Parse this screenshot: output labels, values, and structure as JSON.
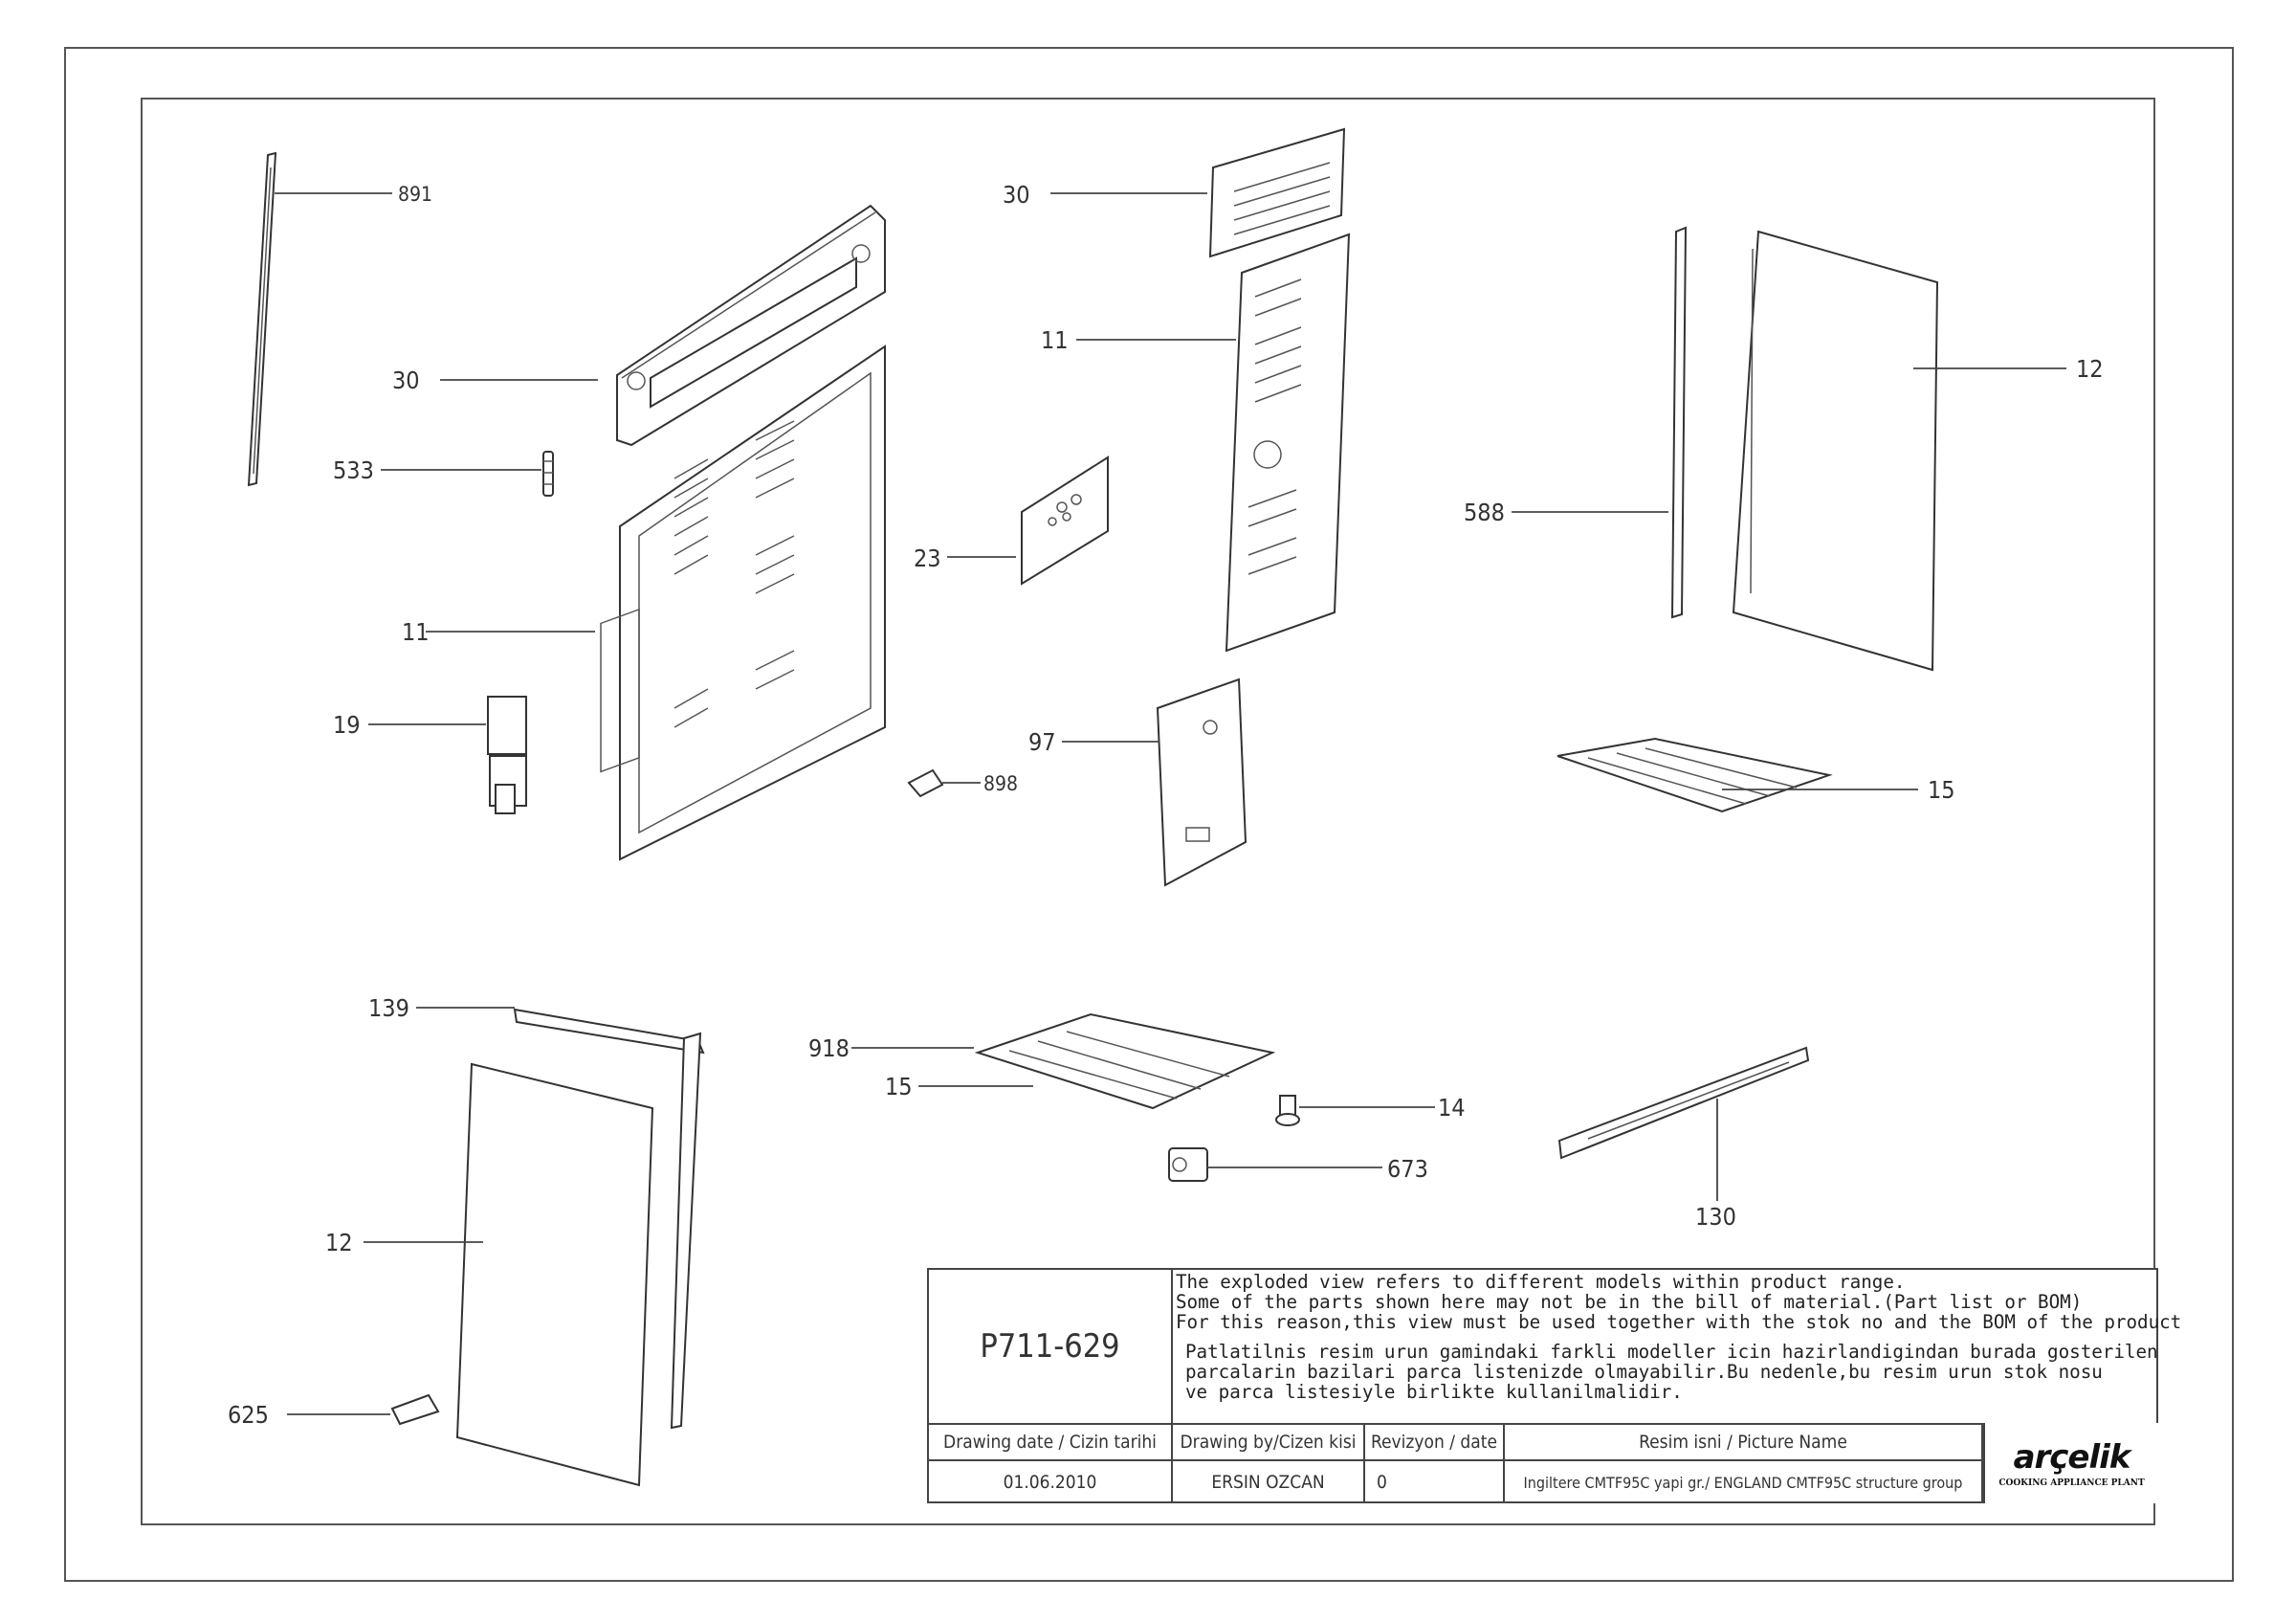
{
  "callouts": {
    "c891": "891",
    "c30_top": "30",
    "c30_left": "30",
    "c533": "533",
    "c11_left": "11",
    "c19": "19",
    "c11_mid": "11",
    "c23": "23",
    "c898": "898",
    "c97": "97",
    "c12_right": "12",
    "c588": "588",
    "c15_right": "15",
    "c139": "139",
    "c918": "918",
    "c15_mid": "15",
    "c14": "14",
    "c673": "673",
    "c130": "130",
    "c12_left": "12",
    "c625": "625"
  },
  "title_block": {
    "drawing_no": "P711-629",
    "note_en_1": "The exploded view refers to different models within product range.",
    "note_en_2": "Some of the parts shown here may not be in the bill of material.(Part list or BOM)",
    "note_en_3": "For this reason,this view must be used together with the stok no and the BOM of the product",
    "note_tr_1": "Patlatilnis resim urun gamindaki farkli modeller icin hazirlandigindan burada gosterilen",
    "note_tr_2": "parcalarin bazilari parca listenizde olmayabilir.Bu nedenle,bu resim urun stok nosu",
    "note_tr_3": "ve parca listesiyle birlikte kullanilmalidir.",
    "h_date": "Drawing date / Cizin tarihi",
    "h_by": "Drawing by/Cizen kisi",
    "h_rev": "Revizyon / date",
    "h_name": "Resim isni / Picture Name",
    "v_date": "01.06.2010",
    "v_by": "ERSIN OZCAN",
    "v_rev": "0",
    "v_name": "Ingiltere CMTF95C yapi gr./ ENGLAND CMTF95C structure group",
    "logo": "arçelik",
    "logo_sub": "COOKING APPLIANCE PLANT"
  }
}
